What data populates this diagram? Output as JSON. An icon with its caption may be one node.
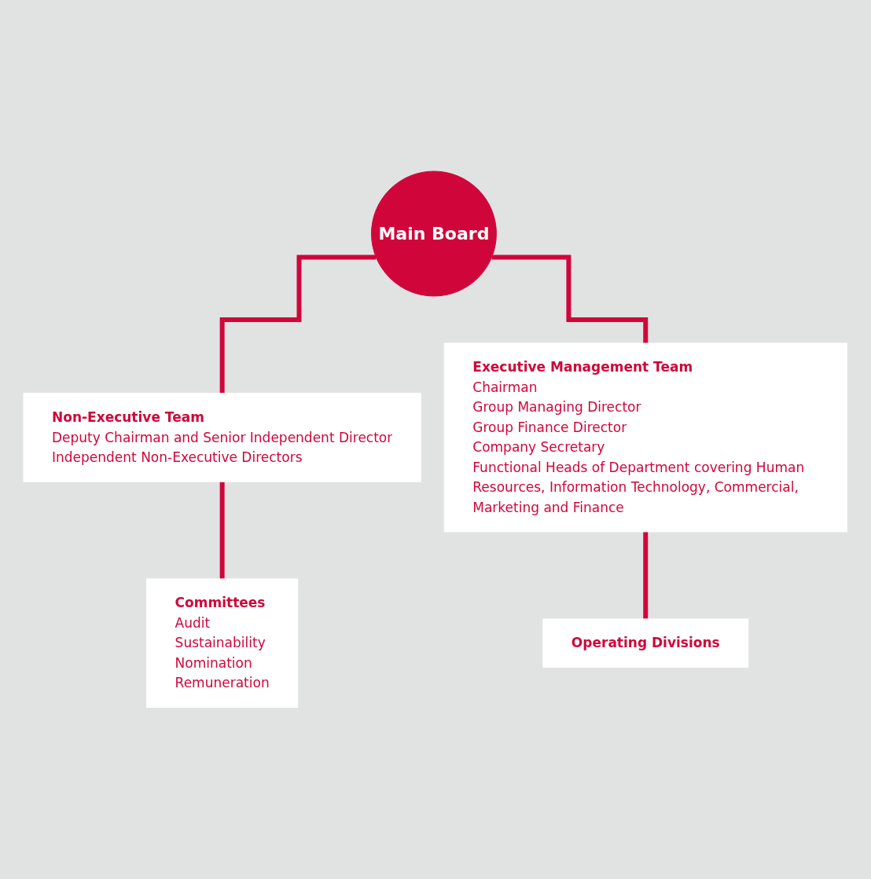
{
  "diagram": {
    "nodes": [
      {
        "text": [
          "Main Board"
        ]
      },
      {
        "text": [
          "Non-Executive Team",
          "Deputy Chairman and Senior Independent Director",
          "Independent Non-Executive Directors"
        ]
      },
      {
        "text": [
          "Executive Management Team",
          "Chairman",
          "Group Managing Director",
          "Group Finance Director",
          "Company Secretary",
          "Functional Heads of Department covering Human Resources, Information Technology, Commercial, Marketing and Finance"
        ]
      },
      {
        "text": [
          "Committees",
          "Audit",
          "Sustainability",
          "Nomination",
          "Remuneration"
        ]
      },
      {
        "text": [
          "Operating Divisions"
        ]
      }
    ],
    "edges": [
      {
        "from": 0,
        "to": 1,
        "arrow": "none"
      },
      {
        "from": 0,
        "to": 2,
        "arrow": "none"
      },
      {
        "from": 1,
        "to": 3,
        "arrow": "none"
      },
      {
        "from": 2,
        "to": 4,
        "arrow": "none"
      }
    ]
  }
}
